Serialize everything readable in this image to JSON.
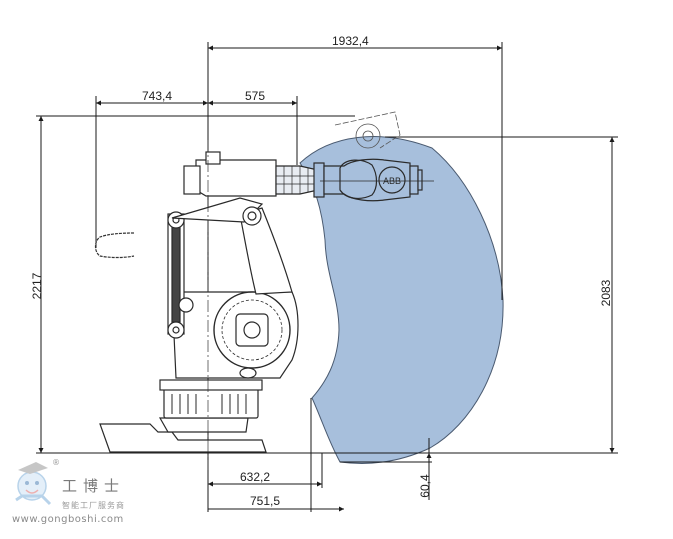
{
  "drawing": {
    "title": "Robot working range side view",
    "colors": {
      "work_area_fill": "#a7bfdc",
      "work_area_stroke": "#4a5a70",
      "line": "#1a1a1a",
      "robot_line": "#2a2a2a"
    },
    "dimensions": {
      "top_overall": "1932,4",
      "upper_left": "743,4",
      "upper_right": "575",
      "left_height": "2217",
      "right_height": "2083",
      "bottom_inner": "632,2",
      "bottom_outer": "751,5",
      "bottom_offset": "60,4"
    },
    "labels": {
      "wrist_logo": "ABB"
    }
  },
  "watermark": {
    "brand_cn": "工博士",
    "tagline_cn": "智能工厂服务商",
    "url": "www.gongboshi.com",
    "registered": "®"
  }
}
